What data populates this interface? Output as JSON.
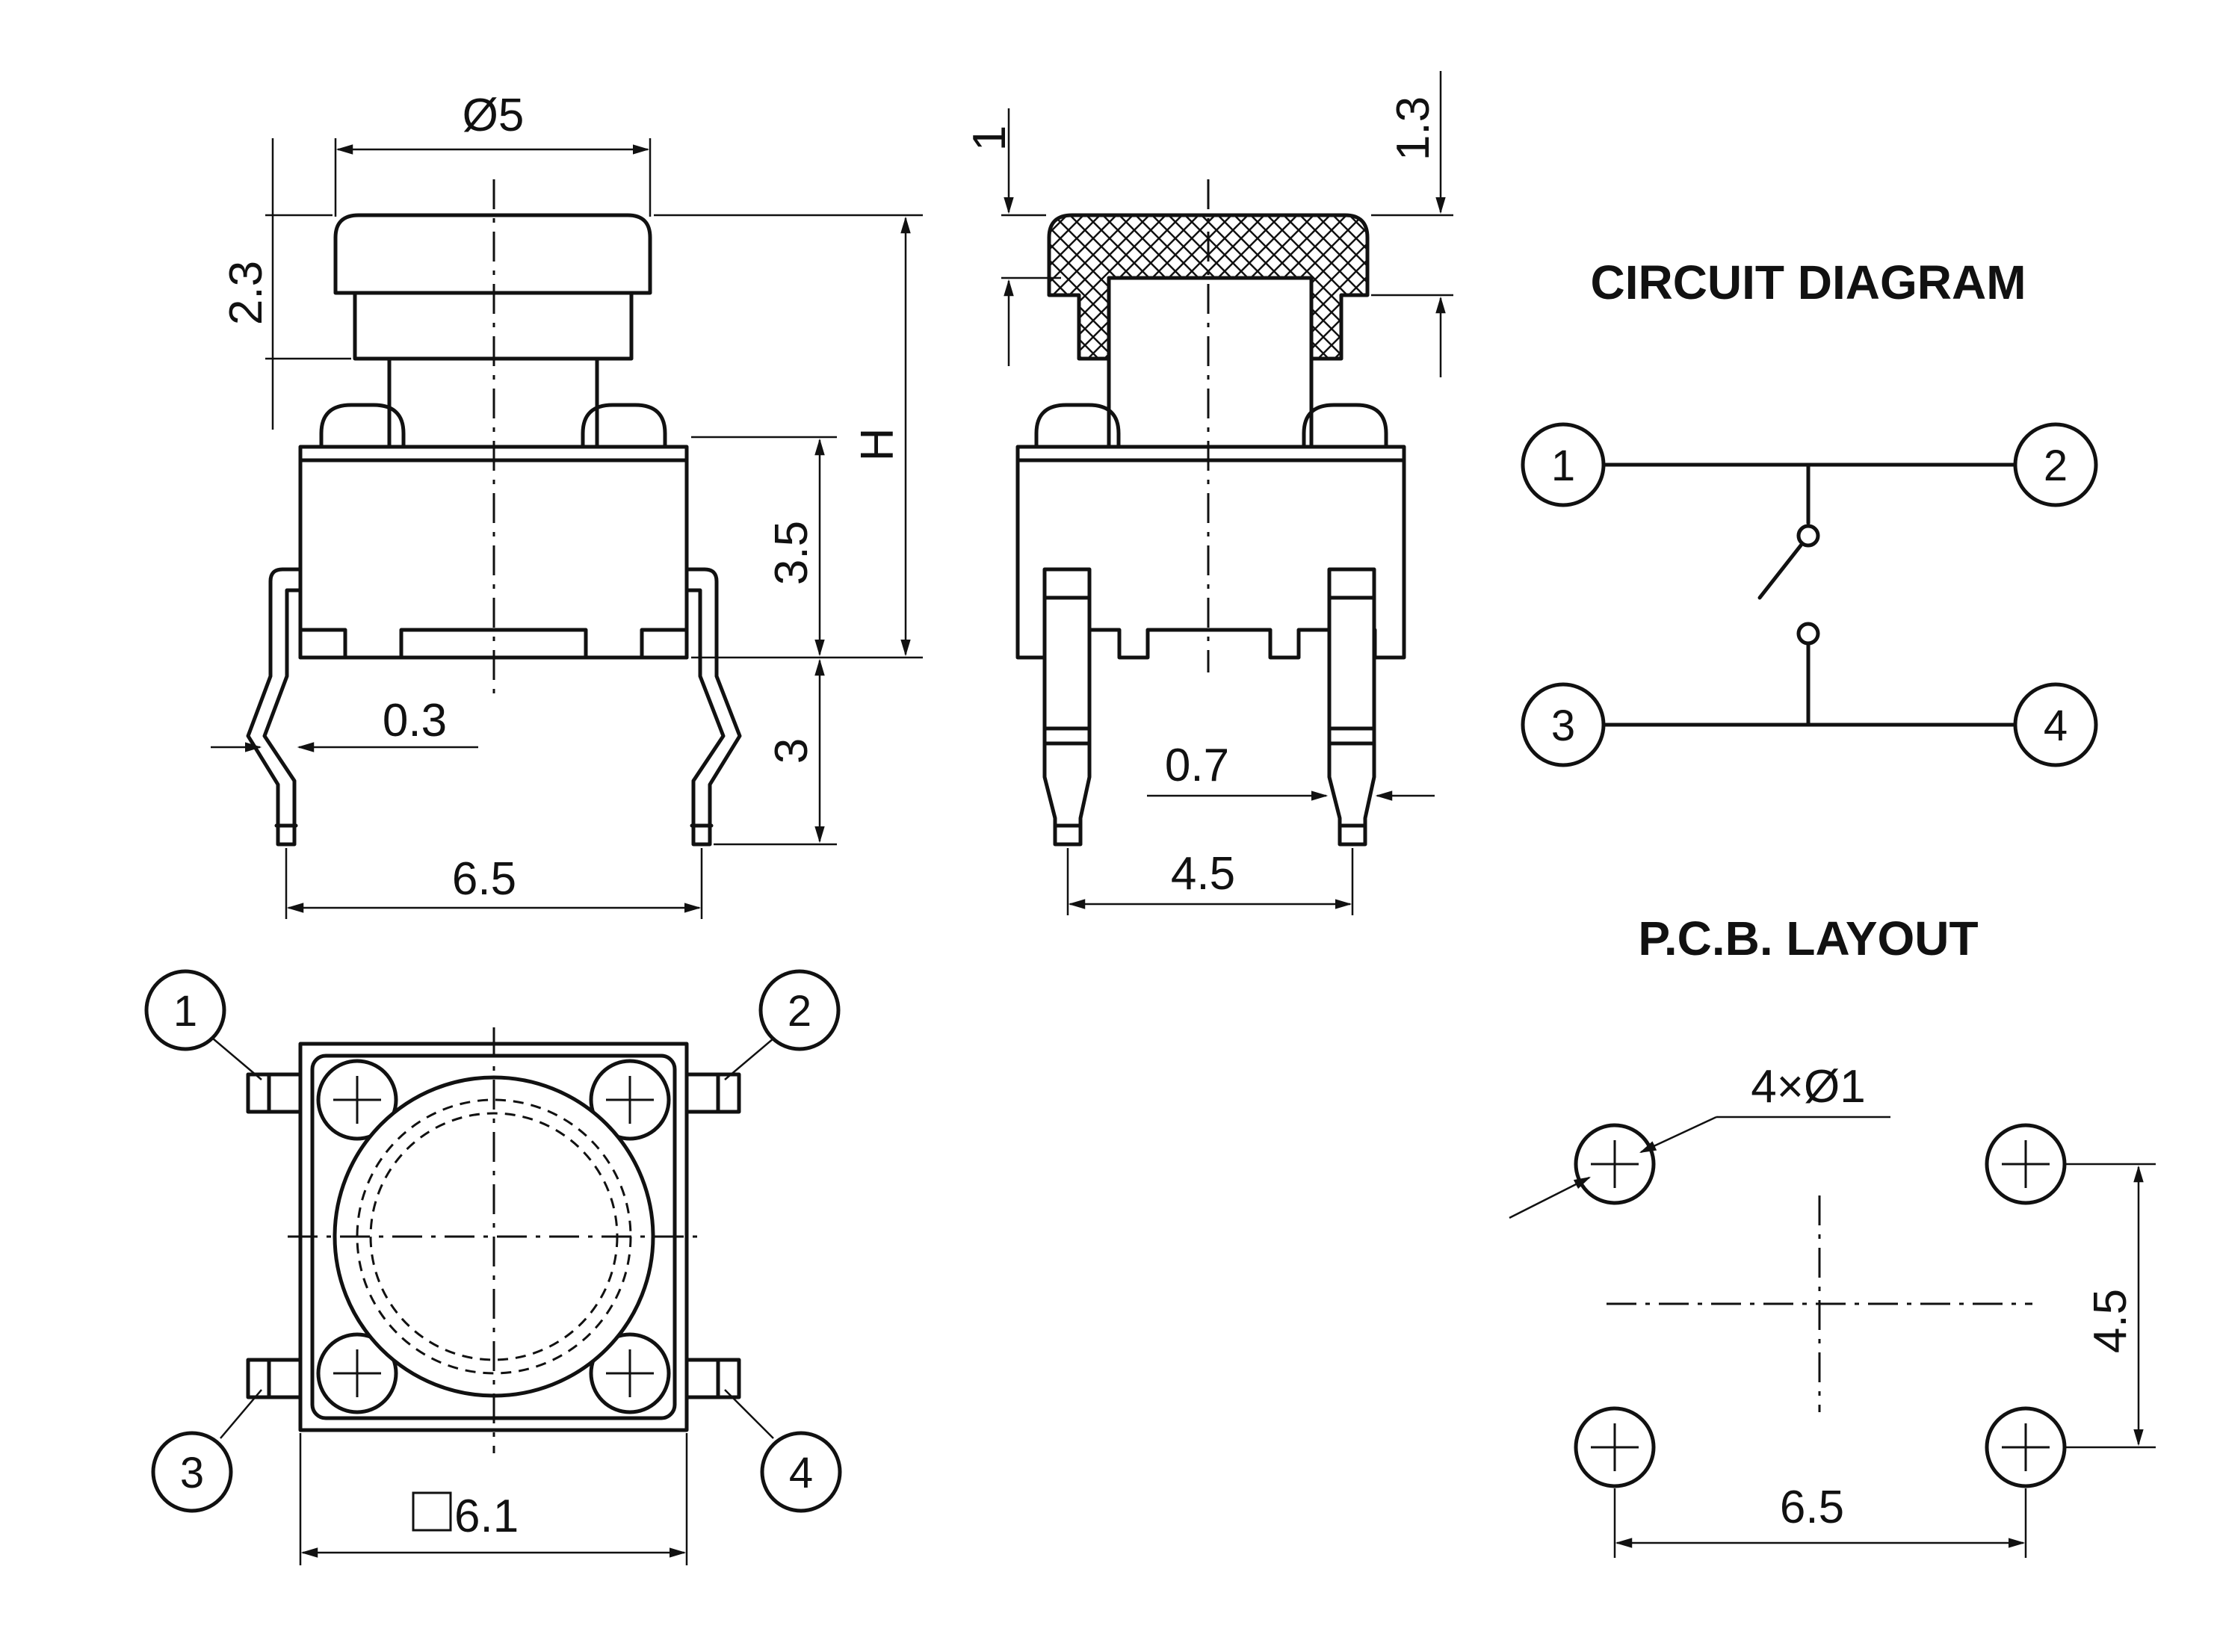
{
  "titles": {
    "circuit": "CIRCUIT DIAGRAM",
    "pcb": "P.C.B. LAYOUT"
  },
  "dimensions": {
    "cap_diameter": "Ø5",
    "cap_height": "2.3",
    "total_height": "H",
    "body_height": "3.5",
    "lead_length": "3",
    "lead_thickness": "0.3",
    "lead_span_front": "6.5",
    "cap_top": "1",
    "cap_rim": "1.3",
    "lead_width": "0.7",
    "lead_span_side": "4.5",
    "body_square": "6.1",
    "pcb_holes": "4×Ø1",
    "pcb_pitch_y": "4.5",
    "pcb_pitch_x": "6.5"
  },
  "pins": {
    "p1": "1",
    "p2": "2",
    "p3": "3",
    "p4": "4"
  }
}
